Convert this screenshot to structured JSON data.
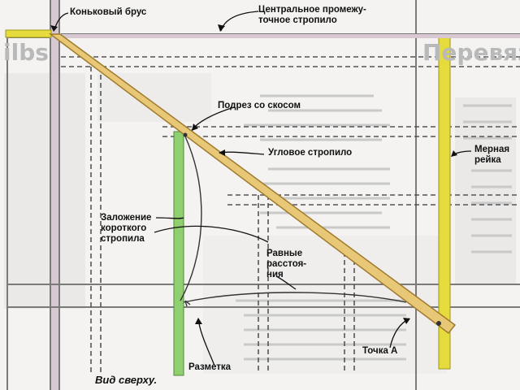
{
  "diagram": {
    "title": "Вид сверху.",
    "labels": {
      "ridge_beam": "Коньковый брус",
      "central_rafter": "Центральное промежу-\nточное стропило",
      "bevel_cut": "Подрез со скосом",
      "hip_rafter": "Угловое стропило",
      "measuring_rod": "Мерная\nрейка",
      "short_rafter_run": "Заложение\nкороткого\nстропила",
      "equal_distances": "Равные\nрасстоя-\nния",
      "marking": "Разметка",
      "point_a": "Точка А"
    },
    "background_titles": {
      "left": "ilbs",
      "right": "Перевязь"
    },
    "colors": {
      "background": "#f4f3f1",
      "rafter_beam": "#e8c877",
      "rafter_edge": "#a07a2e",
      "green_rafter": "#8fcf6f",
      "yellow_bar": "#e6db3c",
      "structure_line": "#7a7a7a",
      "dashed_line": "#555555",
      "pink_post": "#d7c8d2"
    }
  }
}
